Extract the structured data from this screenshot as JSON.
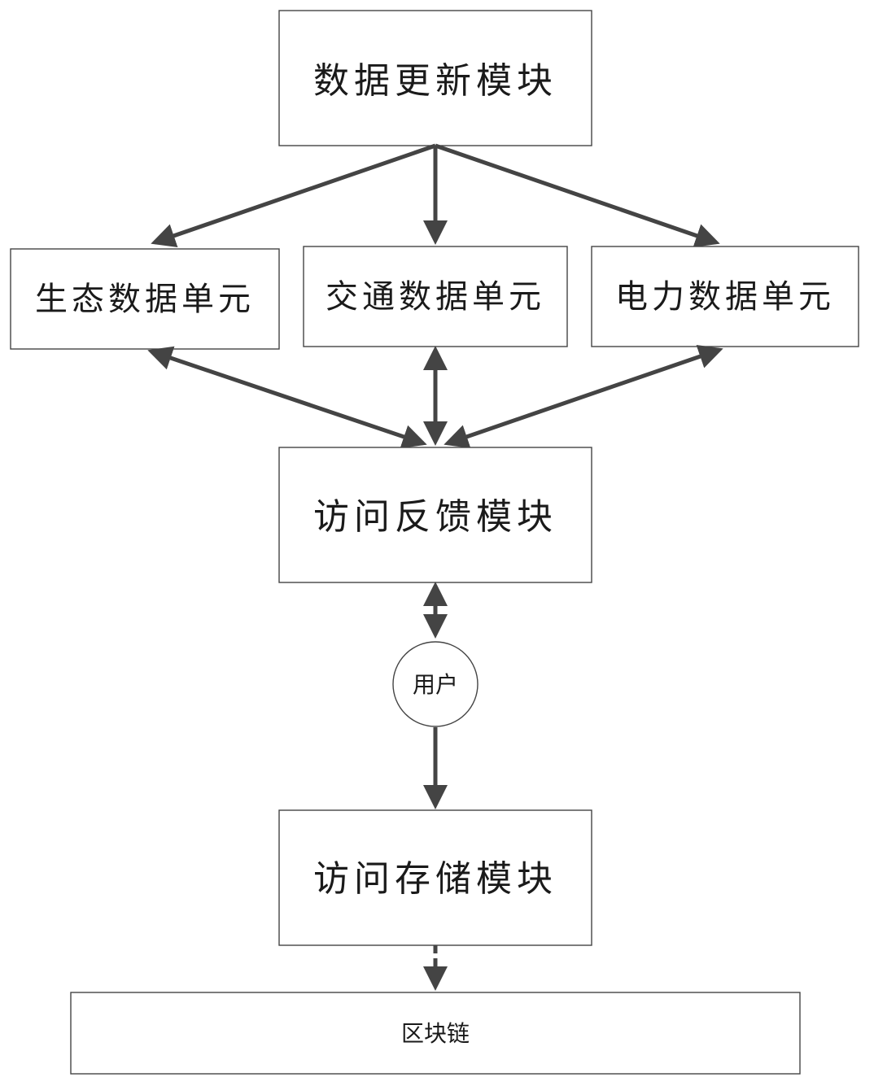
{
  "nodes": {
    "data_update": "数据更新模块",
    "eco_unit": "生态数据单元",
    "traffic_unit": "交通数据单元",
    "power_unit": "电力数据单元",
    "access_feedback": "访问反馈模块",
    "user": "用户",
    "access_storage": "访问存储模块",
    "blockchain": "区块链"
  },
  "colors": {
    "stroke": "#444444",
    "text": "#1a1a1a",
    "background": "#ffffff"
  }
}
